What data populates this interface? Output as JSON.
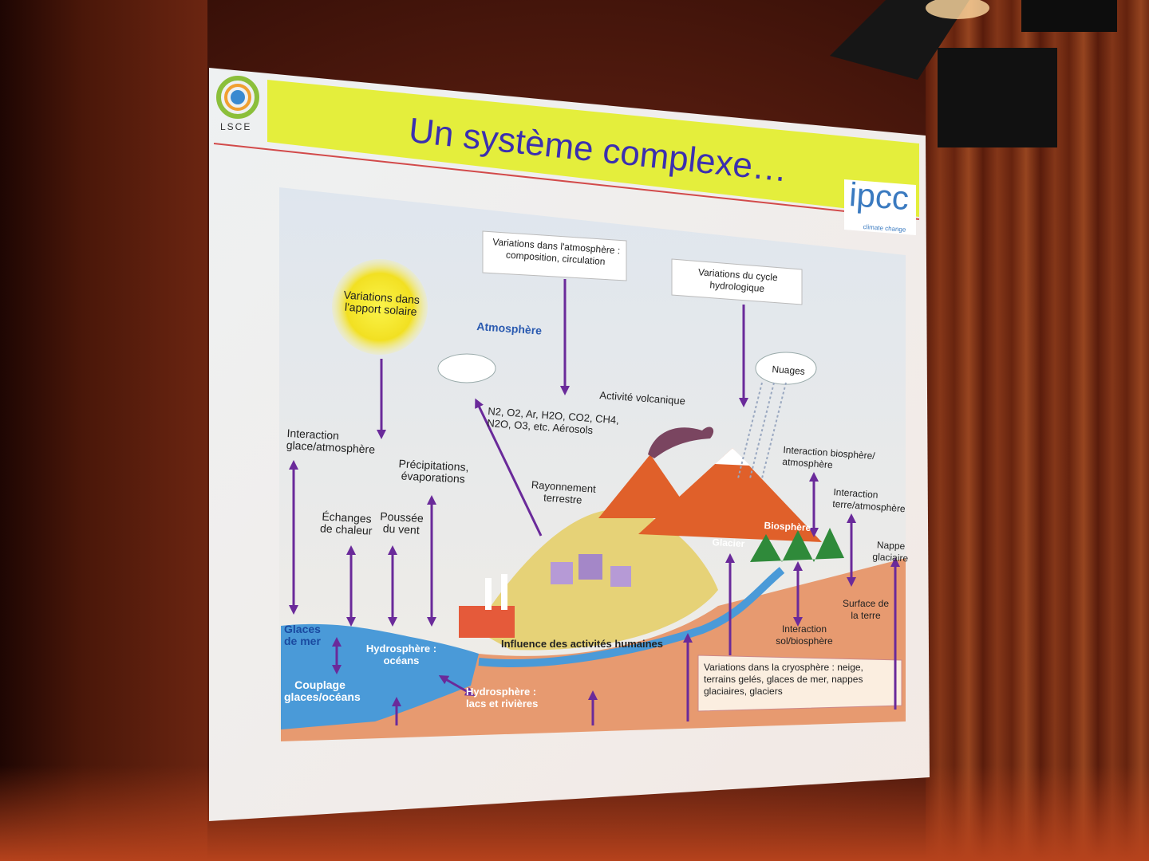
{
  "slide": {
    "title": "Un système complexe…",
    "logo_left": "LSCE",
    "logo_right": "ipcc",
    "logo_right_sub": "climate change"
  },
  "diagram": {
    "labels": {
      "atmosphere_variations": "Variations dans l'atmosphère : composition, circulation",
      "hydro_cycle": "Variations du cycle hydrologique",
      "solar": "Variations dans l'apport solaire",
      "atmosphere": "Atmosphère",
      "nuages": "Nuages",
      "volcanic": "Activité volcanique",
      "gases": "N2, O2, Ar, H2O, CO2, CH4, N2O, O3, etc. Aérosols",
      "ice_atmo": "Interaction glace/atmosphère",
      "precip": "Précipitations, évaporations",
      "heat": "Échanges de chaleur",
      "wind": "Poussée du vent",
      "radiation": "Rayonnement terrestre",
      "bio_atmo": "Interaction biosphère/ atmosphère",
      "land_atmo": "Interaction terre/atmosphère",
      "glacier": "Glacier",
      "biosphere": "Biosphère",
      "ice_sheet": "Nappe glaciaire",
      "sea_ice": "Glaces de mer",
      "hydro_ocean": "Hydrosphère : océans",
      "human": "Influence des activités humaines",
      "soil_bio": "Interaction sol/biosphère",
      "land_surface": "Surface de la terre",
      "coupling": "Couplage glaces/océans",
      "hydro_lakes": "Hydrosphère : lacs et rivières",
      "cryosphere": "Variations dans la cryosphère : neige, terrains gelés, glaces de mer, nappes glaciaires, glaciers"
    }
  },
  "colors": {
    "title_text": "#3b2fb0",
    "title_bar": "#e4ee3c",
    "arrow": "#6a2a9a",
    "sun": "#f6e62a",
    "ocean": "#4a9ad8",
    "ground": "#e79a70",
    "mountain": "#e0602a"
  }
}
